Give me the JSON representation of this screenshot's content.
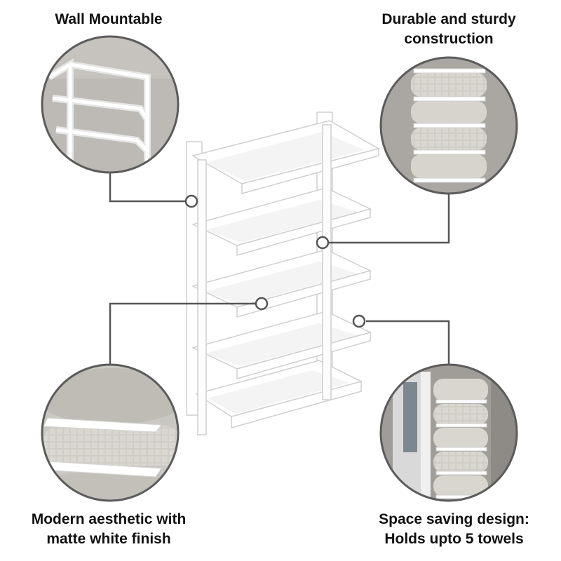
{
  "features": {
    "wall_mountable": {
      "lines": [
        "Wall Mountable"
      ]
    },
    "durable": {
      "lines": [
        "Durable and sturdy",
        "construction"
      ]
    },
    "modern": {
      "lines": [
        "Modern aesthetic with",
        "matte white finish"
      ]
    },
    "space_saving": {
      "lines": [
        "Space saving design:",
        "Holds upto 5 towels"
      ]
    }
  },
  "colors": {
    "callout_line": "#555555",
    "rack": "#ffffff",
    "rack_edge": "#cfcfcf",
    "towel": "#cfcdc6",
    "wall": "#b9b6b1"
  },
  "product": {
    "name": "towel-rack",
    "shelf_count": 5
  }
}
